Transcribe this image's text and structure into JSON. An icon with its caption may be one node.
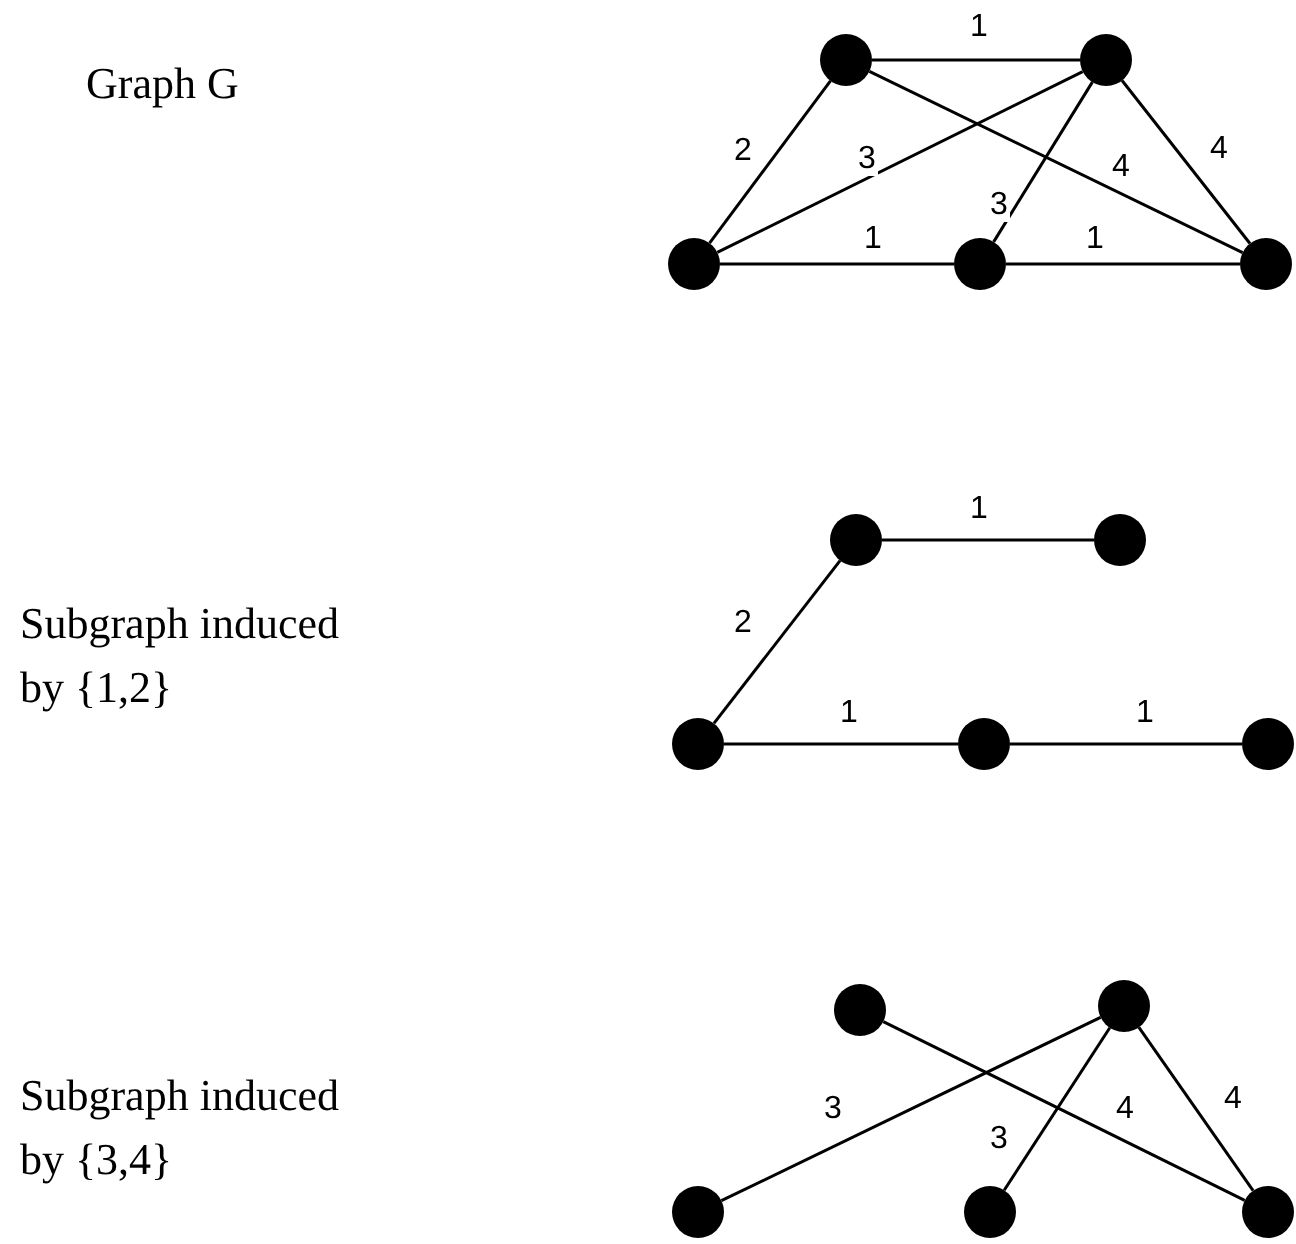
{
  "diagram": {
    "nodes": [
      {
        "text": [],
        "shape": "circle"
      },
      {
        "text": [],
        "shape": "circle"
      },
      {
        "text": [],
        "shape": "circle"
      },
      {
        "text": [],
        "shape": "circle"
      },
      {
        "text": [],
        "shape": "circle"
      },
      {
        "text": [],
        "shape": "circle"
      },
      {
        "text": [],
        "shape": "circle"
      },
      {
        "text": [],
        "shape": "circle"
      },
      {
        "text": [],
        "shape": "circle"
      },
      {
        "text": [],
        "shape": "circle"
      },
      {
        "text": [],
        "shape": "circle"
      },
      {
        "text": [],
        "shape": "circle"
      },
      {
        "text": [],
        "shape": "circle"
      },
      {
        "text": [],
        "shape": "circle"
      },
      {
        "text": [],
        "shape": "circle"
      }
    ],
    "edges": [
      {
        "from": 0,
        "to": 1,
        "arrow": "none",
        "label": "1"
      },
      {
        "from": 0,
        "to": 2,
        "arrow": "none",
        "label": "2"
      },
      {
        "from": 2,
        "to": 1,
        "arrow": "none",
        "label": "3"
      },
      {
        "from": 0,
        "to": 4,
        "arrow": "none",
        "label": "4"
      },
      {
        "from": 1,
        "to": 3,
        "arrow": "none",
        "label": "3"
      },
      {
        "from": 1,
        "to": 4,
        "arrow": "none",
        "label": "4"
      },
      {
        "from": 2,
        "to": 3,
        "arrow": "none",
        "label": "1"
      },
      {
        "from": 3,
        "to": 4,
        "arrow": "none",
        "label": "1"
      },
      {
        "from": 5,
        "to": 6,
        "arrow": "none",
        "label": "1"
      },
      {
        "from": 5,
        "to": 7,
        "arrow": "none",
        "label": "2"
      },
      {
        "from": 7,
        "to": 8,
        "arrow": "none",
        "label": "1"
      },
      {
        "from": 8,
        "to": 9,
        "arrow": "none",
        "label": "1"
      },
      {
        "from": 12,
        "to": 11,
        "arrow": "none",
        "label": "3"
      },
      {
        "from": 10,
        "to": 14,
        "arrow": "none",
        "label": "4"
      },
      {
        "from": 11,
        "to": 13,
        "arrow": "none",
        "label": "3"
      },
      {
        "from": 11,
        "to": 14,
        "arrow": "none",
        "label": "4"
      }
    ],
    "labels": [
      "Graph G",
      "Subgraph induced by {1,2}",
      "Subgraph induced by {3,4}"
    ]
  }
}
